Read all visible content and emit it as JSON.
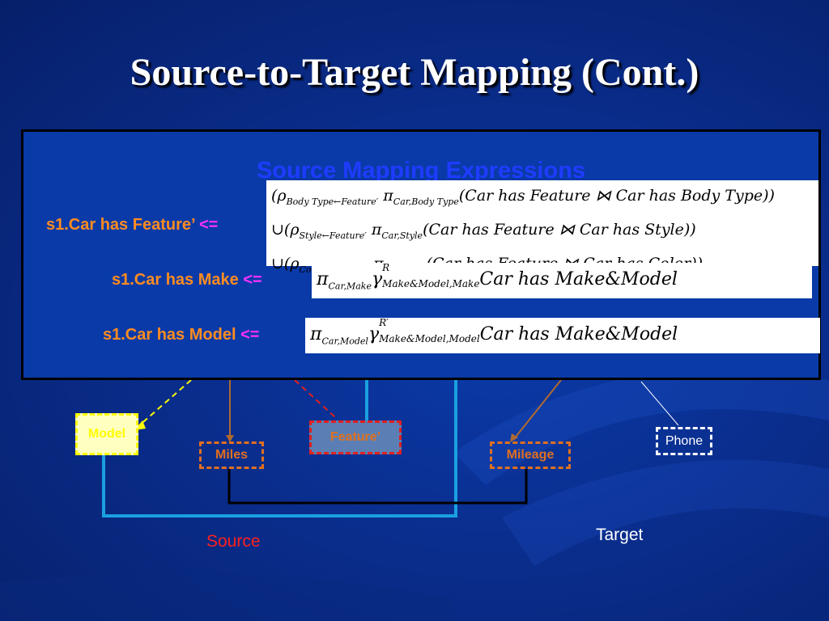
{
  "title": "Source-to-Target Mapping (Cont.)",
  "overlay": {
    "heading": "Source Mapping Expressions",
    "rows": [
      {
        "lhs": "s1.Car has Feature’",
        "arrow": "<=",
        "expr_lines": [
          "(ρBody Type←Feature′ πCar,Body Type(Car has Feature ⋈ Car has Body Type))",
          "∪(ρStyle←Feature′ πCar,Style(Car has Feature ⋈ Car has Style))",
          "∪(ρColor←Feature′ πCar,Color(Car has Feature ⋈ Car has Color))"
        ]
      },
      {
        "lhs": "s1.Car has Make",
        "arrow": "<=",
        "expr": "πCar,Make γR Make&Model,Make Car has Make&Model"
      },
      {
        "lhs": "s1.Car has Model",
        "arrow": "<=",
        "expr": "πCar,Model γR′ Make&Model,Model Car has Make&Model"
      }
    ]
  },
  "nodes": {
    "model": "Model",
    "miles": "Miles",
    "feature": "Feature’",
    "mileage": "Mileage",
    "phone": "Phone"
  },
  "labels": {
    "source": "Source",
    "target": "Target"
  },
  "colors": {
    "background": "#0a2d8c",
    "source_edges": "#1aa0e0",
    "target_edges": "#000000",
    "lhs_text": "#ff8c20",
    "arrow": "#ff30ff",
    "heading": "#1e3cff"
  }
}
